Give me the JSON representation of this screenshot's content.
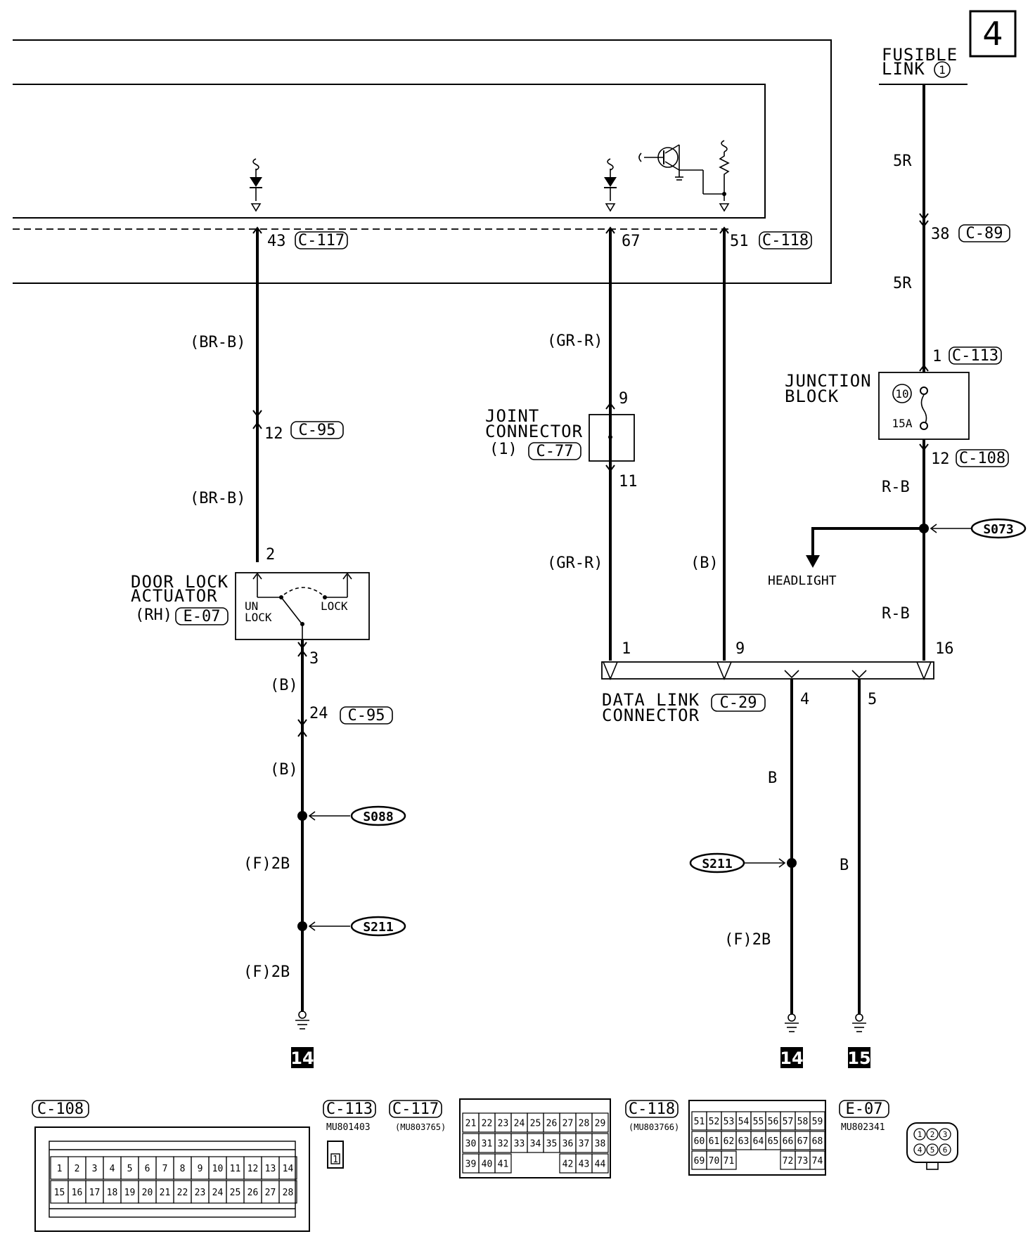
{
  "page_number": "4",
  "ecu": {
    "pins": [
      {
        "pin": "43",
        "connector": "C-117"
      },
      {
        "pin": "67",
        "connector": ""
      },
      {
        "pin": "51",
        "connector": "C-118"
      }
    ]
  },
  "fusible_link": {
    "line1": "FUSIBLE",
    "line2": "LINK",
    "number": "1"
  },
  "wires": {
    "w5r_top": "5R",
    "w5r_bottom": "5R",
    "pin38": "38",
    "conn_c89": "C-89",
    "pin1": "1",
    "conn_c113": "C-113",
    "pin12b": "12",
    "conn_c108": "C-108",
    "rb_top": "R-B",
    "rb_bottom": "R-B",
    "brb1": "(BR-B)",
    "pin12": "12",
    "conn_c95a": "C-95",
    "brb2": "(BR-B)",
    "grr1": "(GR-R)",
    "pin9": "9",
    "pin11": "11",
    "grr2": "(GR-R)",
    "b_mid": "(B)",
    "pin2": "2",
    "pin3": "3",
    "b1": "(B)",
    "pin24": "24",
    "conn_c95b": "C-95",
    "b2": "(B)",
    "f2b_1": "(F)2B",
    "f2b_2": "(F)2B",
    "dlc_pin1": "1",
    "dlc_pin9": "9",
    "dlc_pin16": "16",
    "dlc_pin4": "4",
    "dlc_pin5": "5",
    "b_dlc4": "B",
    "b_dlc5": "B",
    "f2b_3": "(F)2B"
  },
  "junction_block": {
    "line1": "JUNCTION",
    "line2": "BLOCK",
    "fuse_number": "10",
    "fuse_rating": "15A"
  },
  "joint_connector": {
    "line1": "JOINT",
    "line2": "CONNECTOR",
    "line3": "(1)",
    "conn": "C-77"
  },
  "door_lock": {
    "line1": "DOOR LOCK",
    "line2": "ACTUATOR",
    "line3": "(RH)",
    "conn": "E-07",
    "un": "UN",
    "lock1": "LOCK",
    "lock2": "LOCK"
  },
  "dlc": {
    "line1": "DATA LINK",
    "line2": "CONNECTOR",
    "conn": "C-29"
  },
  "splices": {
    "s073": "S073",
    "s088": "S088",
    "s211a": "S211",
    "s211b": "S211"
  },
  "headlight": "HEADLIGHT",
  "grounds": {
    "g1": "14",
    "g2": "14",
    "g3": "15"
  },
  "connector_views": {
    "c108": {
      "label": "C-108",
      "row1": [
        "1",
        "2",
        "3",
        "4",
        "5",
        "6",
        "7",
        "8",
        "9",
        "10",
        "11",
        "12",
        "13",
        "14"
      ],
      "row2": [
        "15",
        "16",
        "17",
        "18",
        "19",
        "20",
        "21",
        "22",
        "23",
        "24",
        "25",
        "26",
        "27",
        "28"
      ]
    },
    "c113": {
      "label": "C-113",
      "part": "MU801403",
      "pin": "1"
    },
    "c117": {
      "label": "C-117",
      "part": "(MU803765)",
      "row1": [
        "21",
        "22",
        "23",
        "24",
        "25",
        "26",
        "27",
        "28",
        "29"
      ],
      "row2": [
        "30",
        "31",
        "32",
        "33",
        "34",
        "35",
        "36",
        "37",
        "38"
      ],
      "row3": [
        "39",
        "40",
        "41",
        "",
        "",
        "",
        "42",
        "43",
        "44"
      ]
    },
    "c118": {
      "label": "C-118",
      "part": "(MU803766)",
      "row1": [
        "51",
        "52",
        "53",
        "54",
        "55",
        "56",
        "57",
        "58",
        "59"
      ],
      "row2": [
        "60",
        "61",
        "62",
        "63",
        "64",
        "65",
        "66",
        "67",
        "68"
      ],
      "row3": [
        "69",
        "70",
        "71",
        "",
        "",
        "",
        "72",
        "73",
        "74"
      ]
    },
    "e07": {
      "label": "E-07",
      "part": "MU802341",
      "pins": [
        "1",
        "2",
        "3",
        "4",
        "5",
        "6"
      ]
    }
  }
}
